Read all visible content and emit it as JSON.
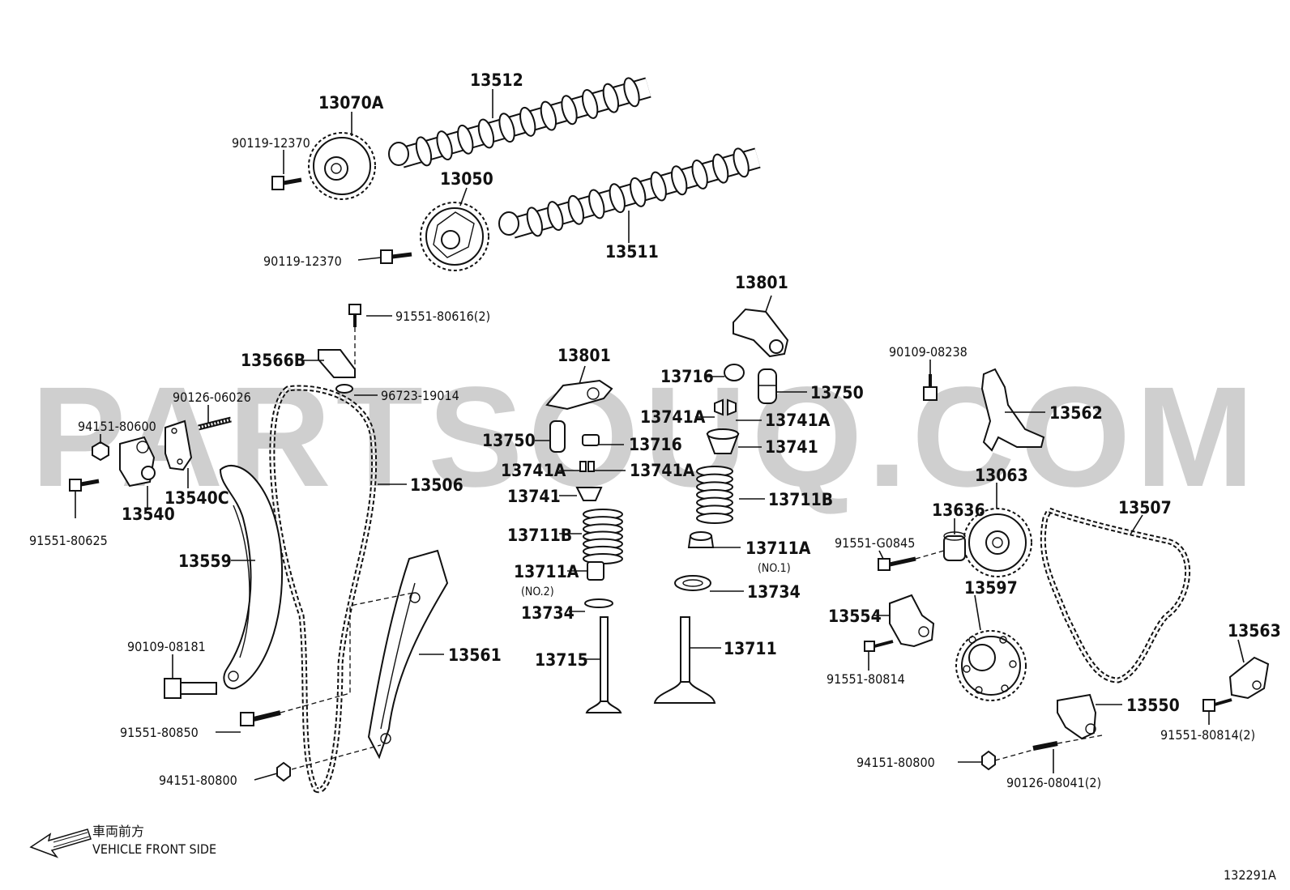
{
  "watermark": "PARTSOUQ.COM",
  "diagram_id": "132291A",
  "front_side": {
    "jp": "車両前方",
    "en": "VEHICLE FRONT SIDE"
  },
  "labels": [
    {
      "id": "l13512",
      "text": "13512"
    },
    {
      "id": "l13070A",
      "text": "13070A"
    },
    {
      "id": "l90119a",
      "text": "90119-12370"
    },
    {
      "id": "l13050",
      "text": "13050"
    },
    {
      "id": "l90119b",
      "text": "90119-12370"
    },
    {
      "id": "l13511",
      "text": "13511"
    },
    {
      "id": "l91551_80616",
      "text": "91551-80616(2)"
    },
    {
      "id": "l13566B",
      "text": "13566B"
    },
    {
      "id": "l96723",
      "text": "96723-19014"
    },
    {
      "id": "l90126_06026",
      "text": "90126-06026"
    },
    {
      "id": "l94151_80600",
      "text": "94151-80600"
    },
    {
      "id": "l13540",
      "text": "13540"
    },
    {
      "id": "l13540C",
      "text": "13540C"
    },
    {
      "id": "l91551_80625",
      "text": "91551-80625"
    },
    {
      "id": "l13506",
      "text": "13506"
    },
    {
      "id": "l13559",
      "text": "13559"
    },
    {
      "id": "l13561",
      "text": "13561"
    },
    {
      "id": "l90109_08181",
      "text": "90109-08181"
    },
    {
      "id": "l91551_80850",
      "text": "91551-80850"
    },
    {
      "id": "l94151_80800a",
      "text": "94151-80800"
    },
    {
      "id": "l13801a",
      "text": "13801"
    },
    {
      "id": "l13801b",
      "text": "13801"
    },
    {
      "id": "l13716a",
      "text": "13716"
    },
    {
      "id": "l13750a",
      "text": "13750"
    },
    {
      "id": "l13741Aa",
      "text": "13741A"
    },
    {
      "id": "l13741Ab",
      "text": "13741A"
    },
    {
      "id": "l13741a",
      "text": "13741"
    },
    {
      "id": "l13711Ba",
      "text": "13711B"
    },
    {
      "id": "l13711Aa",
      "text": "13711A"
    },
    {
      "id": "l13711Aa_sub",
      "text": "(NO.1)"
    },
    {
      "id": "l13734a",
      "text": "13734"
    },
    {
      "id": "l13711",
      "text": "13711"
    },
    {
      "id": "l13750b",
      "text": "13750"
    },
    {
      "id": "l13716b",
      "text": "13716"
    },
    {
      "id": "l13741Ac",
      "text": "13741A"
    },
    {
      "id": "l13741Ad",
      "text": "13741A"
    },
    {
      "id": "l13741b",
      "text": "13741"
    },
    {
      "id": "l13711Bb",
      "text": "13711B"
    },
    {
      "id": "l13711Ab",
      "text": "13711A"
    },
    {
      "id": "l13711Ab_sub",
      "text": "(NO.2)"
    },
    {
      "id": "l13734b",
      "text": "13734"
    },
    {
      "id": "l13715",
      "text": "13715"
    },
    {
      "id": "l90109_08238",
      "text": "90109-08238"
    },
    {
      "id": "l13562",
      "text": "13562"
    },
    {
      "id": "l13063",
      "text": "13063"
    },
    {
      "id": "l13636",
      "text": "13636"
    },
    {
      "id": "l13507",
      "text": "13507"
    },
    {
      "id": "l91551_G0845",
      "text": "91551-G0845"
    },
    {
      "id": "l13554",
      "text": "13554"
    },
    {
      "id": "l13597",
      "text": "13597"
    },
    {
      "id": "l91551_80814a",
      "text": "91551-80814"
    },
    {
      "id": "l13563",
      "text": "13563"
    },
    {
      "id": "l13550",
      "text": "13550"
    },
    {
      "id": "l91551_80814b",
      "text": "91551-80814(2)"
    },
    {
      "id": "l94151_80800b",
      "text": "94151-80800"
    },
    {
      "id": "l90126_08041",
      "text": "90126-08041(2)"
    }
  ]
}
